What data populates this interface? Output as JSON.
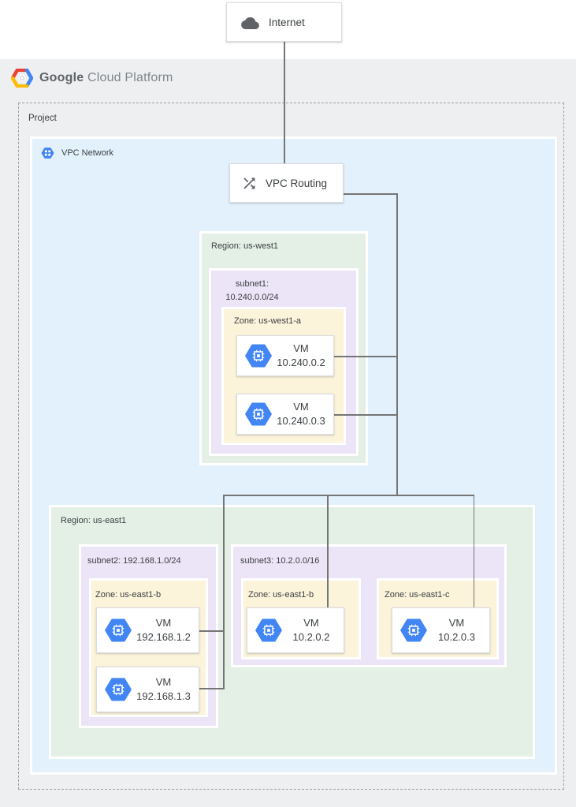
{
  "brand": {
    "name_primary": "Google",
    "name_secondary": "Cloud Platform"
  },
  "project": {
    "label": "Project"
  },
  "vpc_network": {
    "label": "VPC Network"
  },
  "nodes": {
    "internet": {
      "label": "Internet"
    },
    "vpc_routing": {
      "label": "VPC Routing"
    }
  },
  "regions": [
    {
      "label": "Region: us-west1",
      "subnets": [
        {
          "label_line1": "subnet1:",
          "label_line2": "10.240.0.0/24",
          "zones": [
            {
              "label": "Zone: us-west1-a",
              "vms": [
                {
                  "name": "VM",
                  "ip": "10.240.0.2"
                },
                {
                  "name": "VM",
                  "ip": "10.240.0.3"
                }
              ]
            }
          ]
        }
      ]
    },
    {
      "label": "Region: us-east1",
      "subnets": [
        {
          "label": "subnet2: 192.168.1.0/24",
          "zones": [
            {
              "label": "Zone: us-east1-b",
              "vms": [
                {
                  "name": "VM",
                  "ip": "192.168.1.2"
                },
                {
                  "name": "VM",
                  "ip": "192.168.1.3"
                }
              ]
            }
          ]
        },
        {
          "label": "subnet3: 10.2.0.0/16",
          "zones": [
            {
              "label": "Zone: us-east1-b",
              "vms": [
                {
                  "name": "VM",
                  "ip": "10.2.0.2"
                }
              ]
            },
            {
              "label": "Zone: us-east1-c",
              "vms": [
                {
                  "name": "VM",
                  "ip": "10.2.0.3"
                }
              ]
            }
          ]
        }
      ]
    }
  ],
  "colors": {
    "background_gray": "#edeff1",
    "vpc_blue": "#e2f1fc",
    "region_green": "#e4efe6",
    "subnet_purple": "#ece4f7",
    "zone_yellow": "#fbf3da",
    "icon_blue": "#4285f4",
    "connector_gray": "#757575",
    "logo_red": "#ea4335",
    "logo_yellow": "#fbbc04",
    "logo_blue": "#4285f4"
  }
}
